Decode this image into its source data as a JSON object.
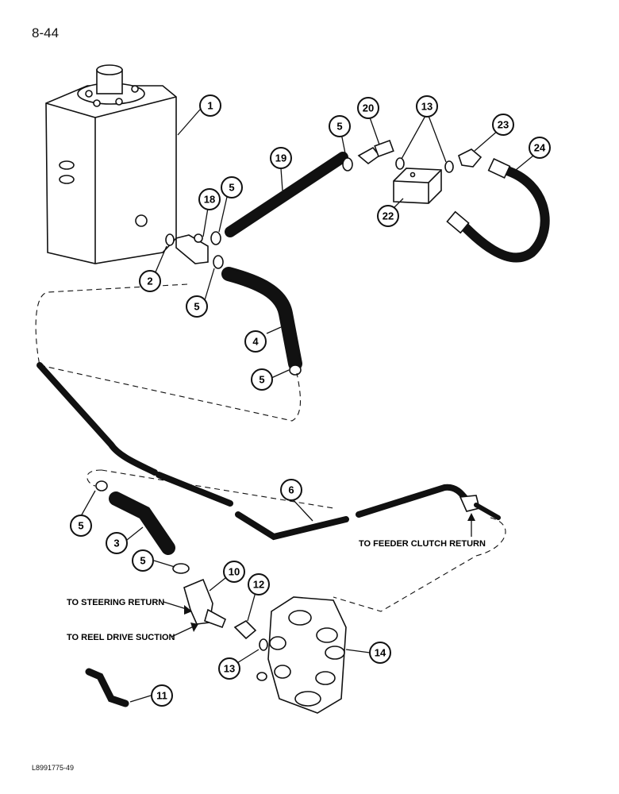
{
  "page": {
    "number": "8-44",
    "code": "L8991775-49"
  },
  "callouts": [
    {
      "id": "c1",
      "label": "1"
    },
    {
      "id": "c2",
      "label": "2"
    },
    {
      "id": "c3",
      "label": "3"
    },
    {
      "id": "c4",
      "label": "4"
    },
    {
      "id": "c5a",
      "label": "5"
    },
    {
      "id": "c5b",
      "label": "5"
    },
    {
      "id": "c5c",
      "label": "5"
    },
    {
      "id": "c5d",
      "label": "5"
    },
    {
      "id": "c5e",
      "label": "5"
    },
    {
      "id": "c5f",
      "label": "5"
    },
    {
      "id": "c6",
      "label": "6"
    },
    {
      "id": "c10",
      "label": "10"
    },
    {
      "id": "c11",
      "label": "11"
    },
    {
      "id": "c12",
      "label": "12"
    },
    {
      "id": "c13a",
      "label": "13"
    },
    {
      "id": "c13b",
      "label": "13"
    },
    {
      "id": "c14",
      "label": "14"
    },
    {
      "id": "c18",
      "label": "18"
    },
    {
      "id": "c19",
      "label": "19"
    },
    {
      "id": "c20",
      "label": "20"
    },
    {
      "id": "c22",
      "label": "22"
    },
    {
      "id": "c23",
      "label": "23"
    },
    {
      "id": "c24",
      "label": "24"
    }
  ],
  "notes": {
    "feeder_clutch": "TO FEEDER CLUTCH RETURN",
    "steering": "TO STEERING RETURN",
    "reel_drive": "TO REEL DRIVE SUCTION"
  }
}
